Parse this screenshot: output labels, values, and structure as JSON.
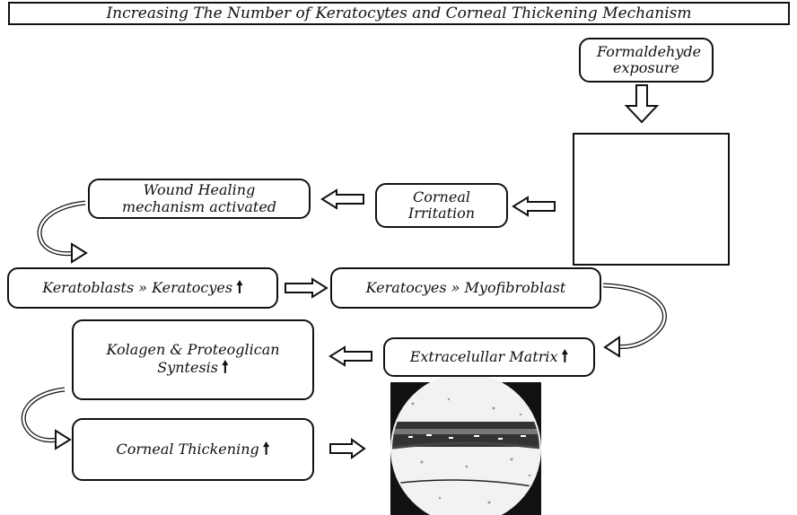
{
  "title": "Increasing The Number of Keratocytes and Corneal Thickening Mechanism",
  "nodes": {
    "formaldehyde": "Formaldehyde exposure",
    "corneal_irritation": "Corneal Irritation",
    "wound_healing": "Wound Healing mechanism  activated",
    "keratoblasts": "Keratoblasts » Keratocyes",
    "myofibroblast": "Keratocyes » Myofibroblast",
    "ecm": "Extracelullar Matrix",
    "kolagen": "Kolagen  &  Proteoglican Syntesis",
    "thickening": "Corneal Thickening"
  },
  "up_arrow_glyph": "🠕"
}
